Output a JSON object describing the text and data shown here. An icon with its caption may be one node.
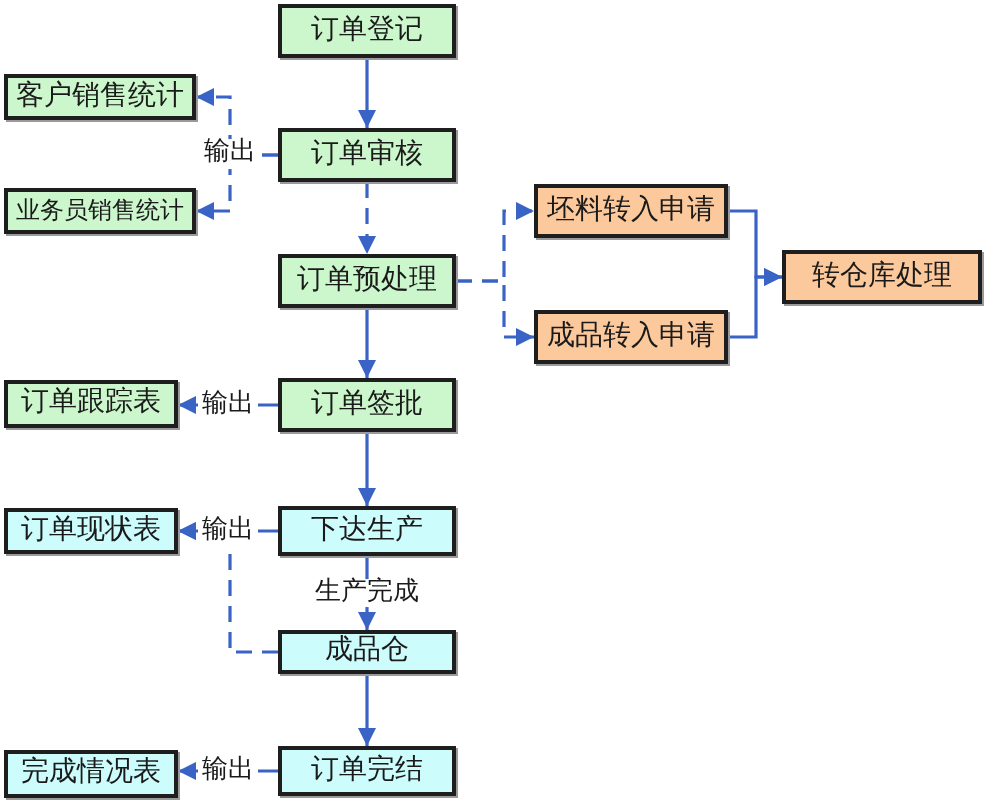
{
  "diagram": {
    "nodes": [
      {
        "text": [
          "订单登记"
        ]
      },
      {
        "text": [
          "客户销售统计"
        ]
      },
      {
        "text": [
          "订单审核"
        ]
      },
      {
        "text": [
          "业务员销售统计"
        ]
      },
      {
        "text": [
          "坯料转入申请"
        ]
      },
      {
        "text": [
          "订单预处理"
        ]
      },
      {
        "text": [
          "转仓库处理"
        ]
      },
      {
        "text": [
          "成品转入申请"
        ]
      },
      {
        "text": [
          "订单跟踪表"
        ]
      },
      {
        "text": [
          "订单签批"
        ]
      },
      {
        "text": [
          "订单现状表"
        ]
      },
      {
        "text": [
          "下达生产"
        ]
      },
      {
        "text": [
          "成品仓"
        ]
      },
      {
        "text": [
          "完成情况表"
        ]
      },
      {
        "text": [
          "订单完结"
        ]
      }
    ],
    "edges": [
      {
        "from": 0,
        "to": 2,
        "arrow": "to"
      },
      {
        "from": 2,
        "to": 1,
        "arrow": "to",
        "style": "dashed",
        "label": "输出"
      },
      {
        "from": 2,
        "to": 3,
        "arrow": "to",
        "style": "dashed"
      },
      {
        "from": 2,
        "to": 5,
        "arrow": "to",
        "style": "dashed"
      },
      {
        "from": 5,
        "to": 4,
        "arrow": "to",
        "style": "dashed"
      },
      {
        "from": 5,
        "to": 7,
        "arrow": "to",
        "style": "dashed"
      },
      {
        "from": 4,
        "to": 6,
        "arrow": "to"
      },
      {
        "from": 7,
        "to": 6,
        "arrow": "to"
      },
      {
        "from": 5,
        "to": 9,
        "arrow": "to"
      },
      {
        "from": 9,
        "to": 8,
        "arrow": "to",
        "label": "输出"
      },
      {
        "from": 9,
        "to": 11,
        "arrow": "to"
      },
      {
        "from": 11,
        "to": 10,
        "arrow": "to",
        "label": "输出"
      },
      {
        "from": 12,
        "to": 10,
        "arrow": "to",
        "style": "dashed"
      },
      {
        "from": 11,
        "to": 12,
        "arrow": "to",
        "label": "生产完成"
      },
      {
        "from": 12,
        "to": 14,
        "arrow": "to"
      },
      {
        "from": 14,
        "to": 13,
        "arrow": "to",
        "label": "输出"
      }
    ]
  }
}
